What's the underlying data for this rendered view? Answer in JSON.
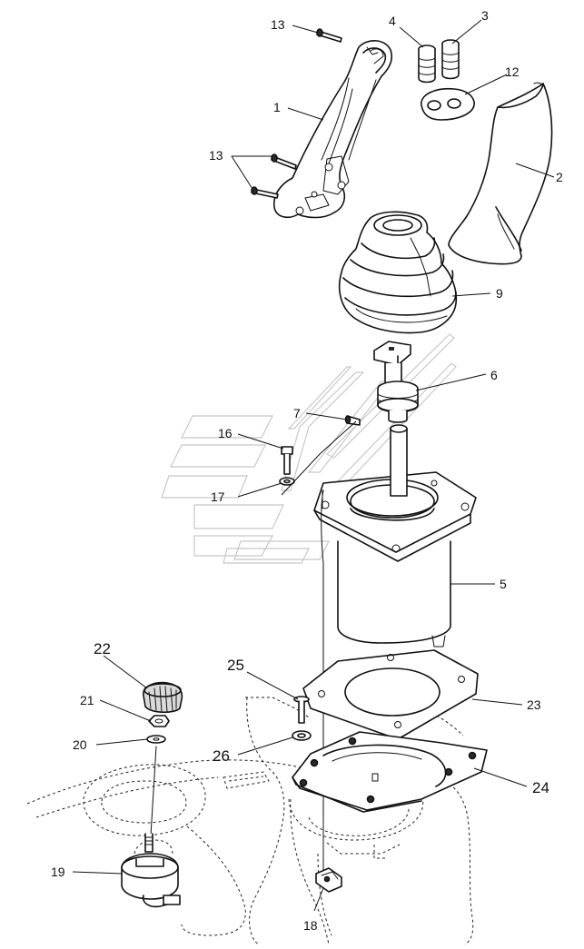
{
  "callouts": {
    "c1": "1",
    "c2": "2",
    "c3": "3",
    "c4": "4",
    "c5": "5",
    "c6": "6",
    "c7": "7",
    "c9": "9",
    "c12": "12",
    "c13a": "13",
    "c13b": "13",
    "c16": "16",
    "c17": "17",
    "c18": "18",
    "c19": "19",
    "c20": "20",
    "c21": "21",
    "c22": "22",
    "c23": "23",
    "c24": "24",
    "c25": "25",
    "c26": "26"
  },
  "icons": {
    "watermark": "brand-logo-watermark"
  }
}
